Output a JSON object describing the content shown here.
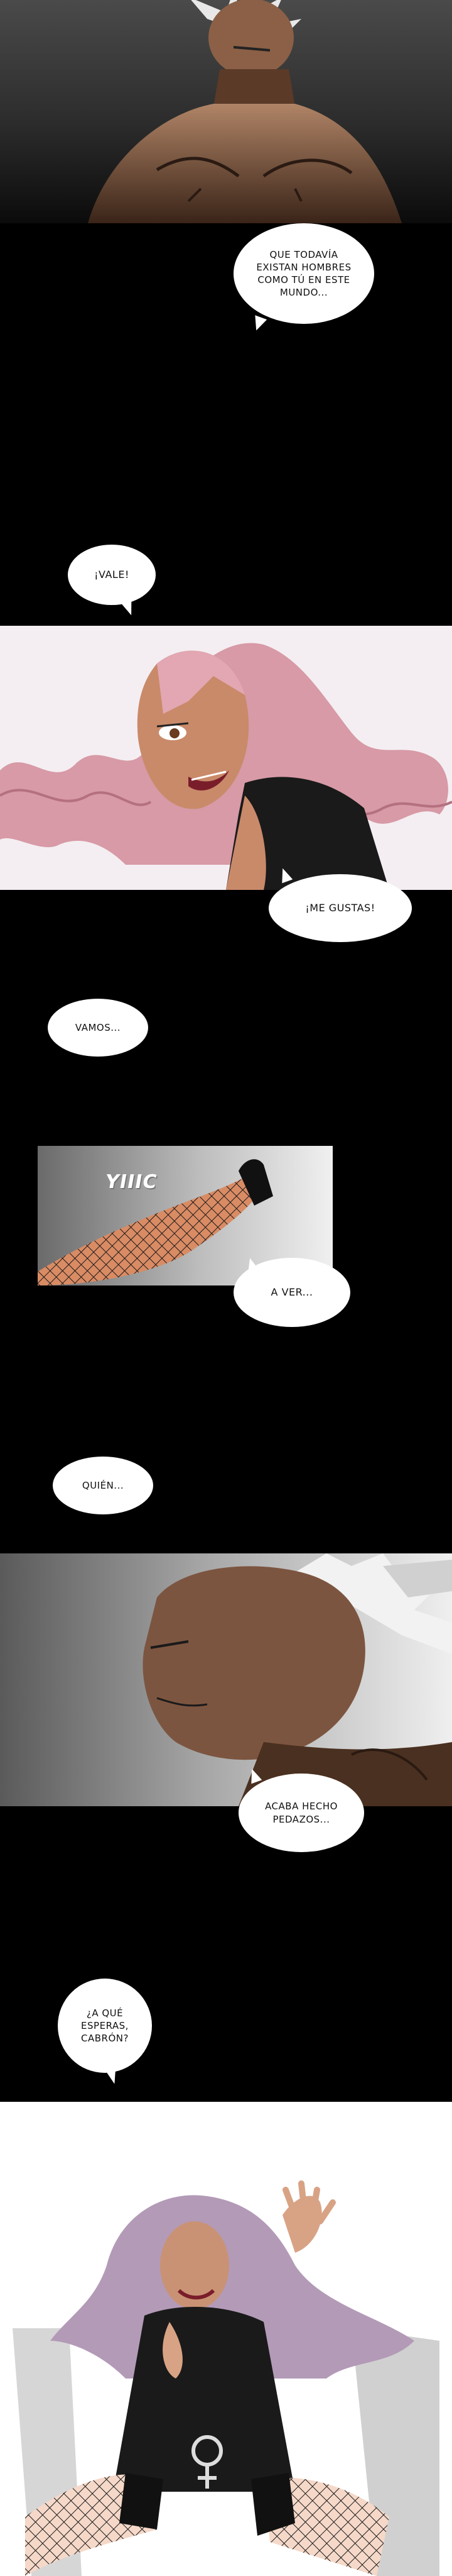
{
  "comic": {
    "bubbles": {
      "b1": "QUE TODAVÍA\nEXISTAN HOMBRES\nCOMO TÚ EN ESTE\nMUNDO...",
      "b2": "¡VALE!",
      "b3": "¡ME GUSTAS!",
      "b4": "VAMOS...",
      "b5": "A VER...",
      "b6": "QUIÉN...",
      "b7": "ACABA HECHO\nPEDAZOS...",
      "b8": "¿A QUÉ\nESPERAS,\nCABRÓN?"
    },
    "sfx": {
      "yiiic": "YIIIC"
    }
  }
}
